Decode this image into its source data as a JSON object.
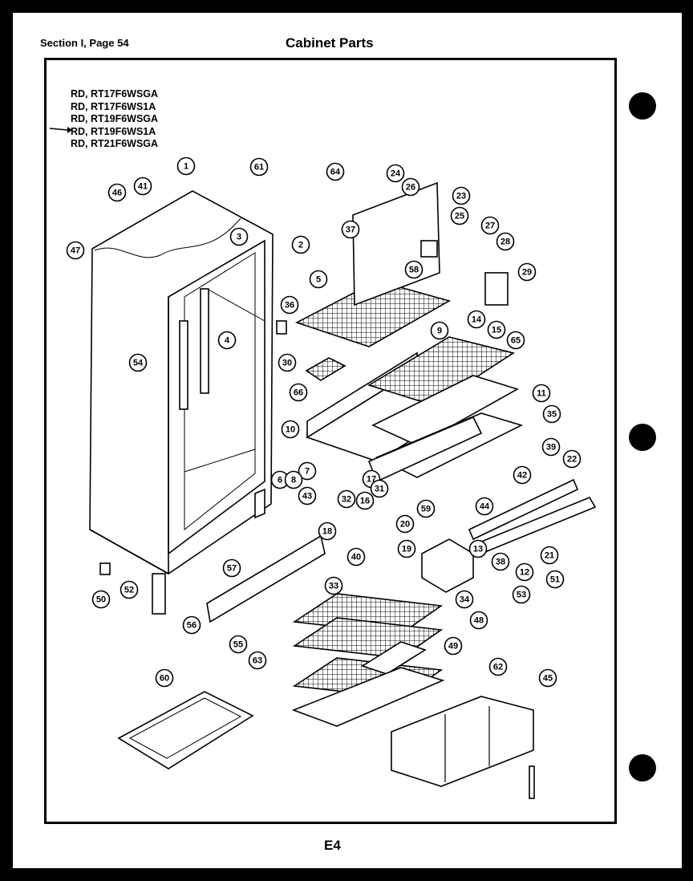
{
  "header": {
    "section": "Section I, Page 54",
    "title": "Cabinet Parts"
  },
  "models": [
    "RD, RT17F6WSGA",
    "RD, RT17F6WS1A",
    "RD, RT19F6WSGA",
    "RD, RT19F6WS1A",
    "RD, RT21F6WSGA"
  ],
  "callouts": [
    "1",
    "61",
    "64",
    "24",
    "26",
    "23",
    "25",
    "27",
    "28",
    "29",
    "46",
    "41",
    "47",
    "3",
    "2",
    "37",
    "58",
    "5",
    "36",
    "9",
    "15",
    "14",
    "65",
    "54",
    "4",
    "30",
    "66",
    "11",
    "35",
    "10",
    "39",
    "22",
    "42",
    "7",
    "6",
    "8",
    "17",
    "43",
    "31",
    "16",
    "59",
    "32",
    "44",
    "20",
    "18",
    "40",
    "19",
    "13",
    "38",
    "12",
    "21",
    "51",
    "53",
    "57",
    "52",
    "50",
    "56",
    "33",
    "34",
    "55",
    "63",
    "48",
    "49",
    "62",
    "45",
    "60"
  ],
  "footer": "E4"
}
